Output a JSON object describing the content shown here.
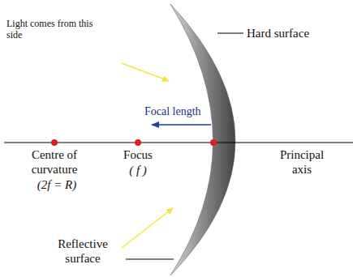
{
  "diagram": {
    "labels": [
      "Light comes from this side",
      "Hard surface",
      "Focal length",
      "Centre of curvature",
      "(2f = R)",
      "Focus",
      "( f )",
      "Principal axis",
      "Reflective surface"
    ]
  }
}
